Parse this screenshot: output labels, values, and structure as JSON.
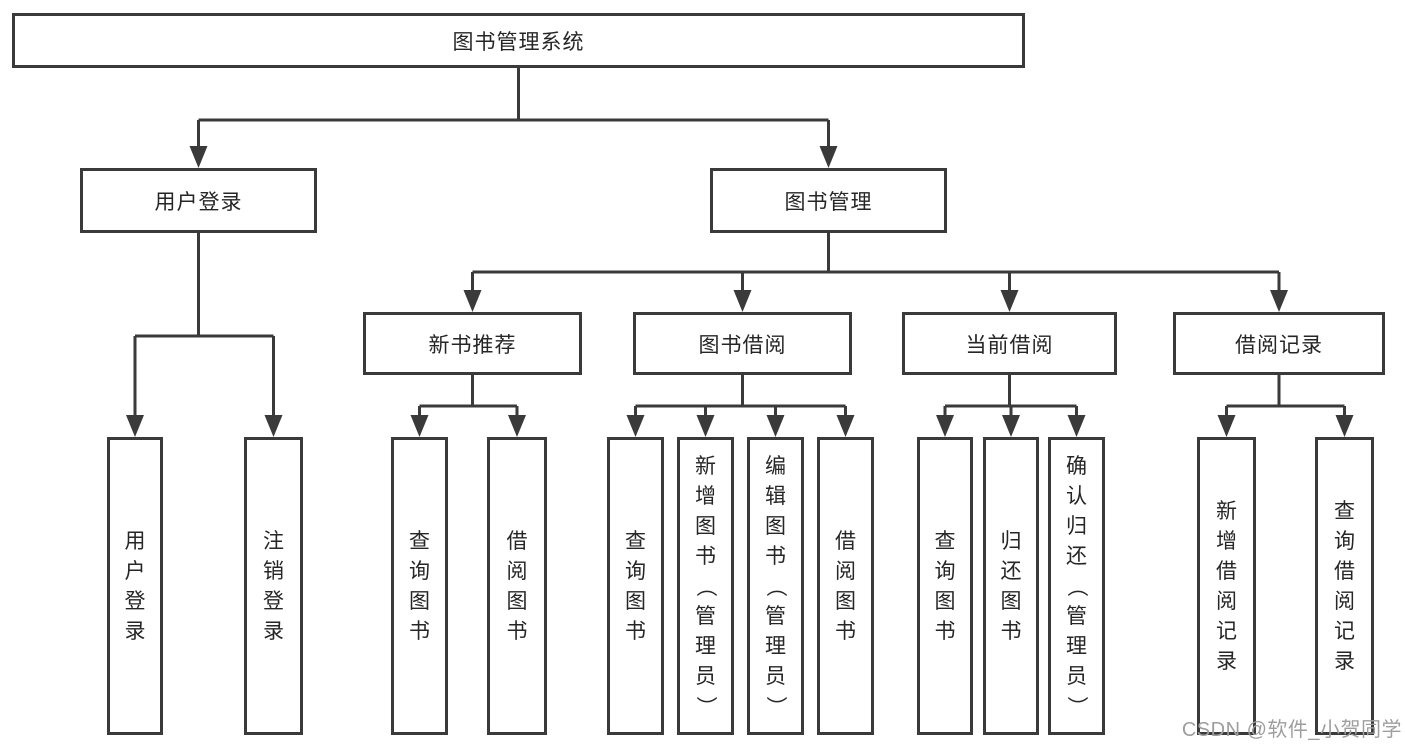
{
  "title": "图书管理系统",
  "user_login": {
    "label": "用户登录",
    "leaves": [
      "用户登录",
      "注销登录"
    ]
  },
  "book_mgmt": {
    "label": "图书管理",
    "groups": [
      {
        "label": "新书推荐",
        "leaves": [
          "查询图书",
          "借阅图书"
        ]
      },
      {
        "label": "图书借阅",
        "leaves": [
          "查询图书",
          "新增图书（管理员）",
          "编辑图书（管理员）",
          "借阅图书"
        ]
      },
      {
        "label": "当前借阅",
        "leaves": [
          "查询图书",
          "归还图书",
          "确认归还（管理员）"
        ]
      },
      {
        "label": "借阅记录",
        "leaves": [
          "新增借阅记录",
          "查询借阅记录"
        ]
      }
    ]
  },
  "watermark": "CSDN @软件_小贺同学",
  "colors": {
    "line": "#3a3a3a",
    "text": "#262626",
    "watermark": "#9e9e9e",
    "background": "#ffffff"
  }
}
